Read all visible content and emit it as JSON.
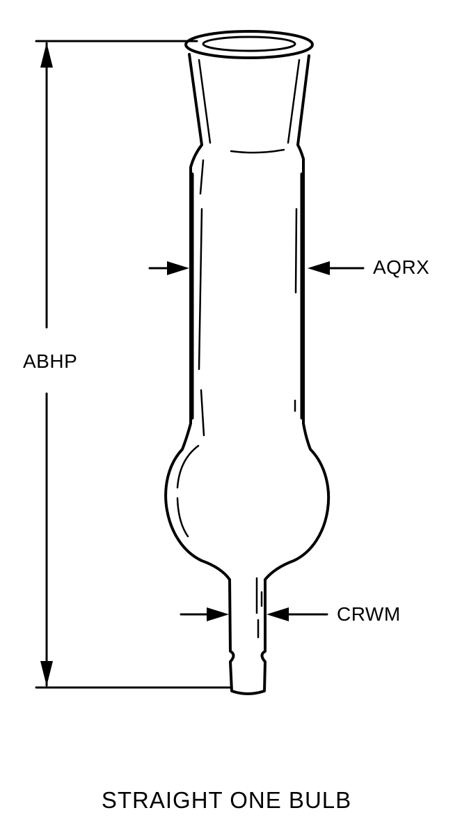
{
  "labels": {
    "height_dimension": "ABHP",
    "body_diameter": "AQRX",
    "stem_diameter": "CRWM"
  },
  "caption": "STRAIGHT ONE BULB",
  "colors": {
    "ink": "#000000",
    "background": "#ffffff"
  }
}
